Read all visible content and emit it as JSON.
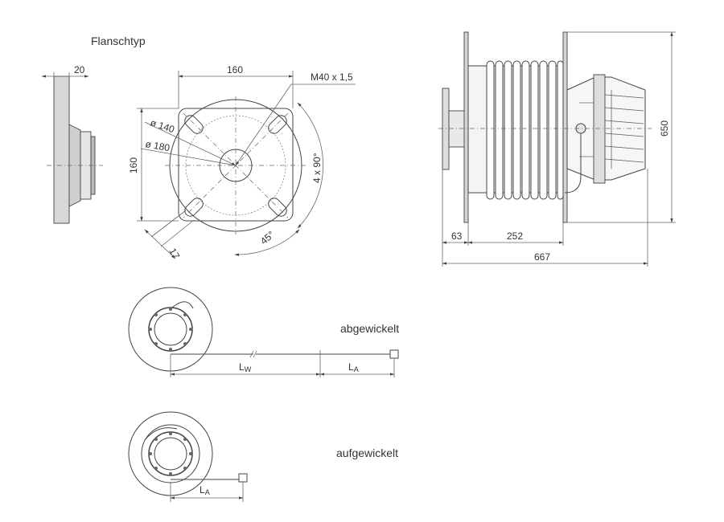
{
  "title": "Flanschtyp",
  "flange_side": {
    "thickness": "20"
  },
  "flange_front": {
    "width": "160",
    "height": "160",
    "thread": "M40 x 1,5",
    "d_inner": "ø 140",
    "d_outer": "ø 180",
    "holes": "4 x 90°",
    "angle": "45°",
    "hole_dim": "17"
  },
  "reel_side": {
    "height": "650",
    "dim_flange": "63",
    "dim_drum": "252",
    "dim_total": "667"
  },
  "unwound": {
    "label": "abgewickelt",
    "lw": {
      "main": "L",
      "sub": "W"
    },
    "la": {
      "main": "L",
      "sub": "A"
    }
  },
  "wound": {
    "label": "aufgewickelt",
    "la": {
      "main": "L",
      "sub": "A"
    }
  }
}
